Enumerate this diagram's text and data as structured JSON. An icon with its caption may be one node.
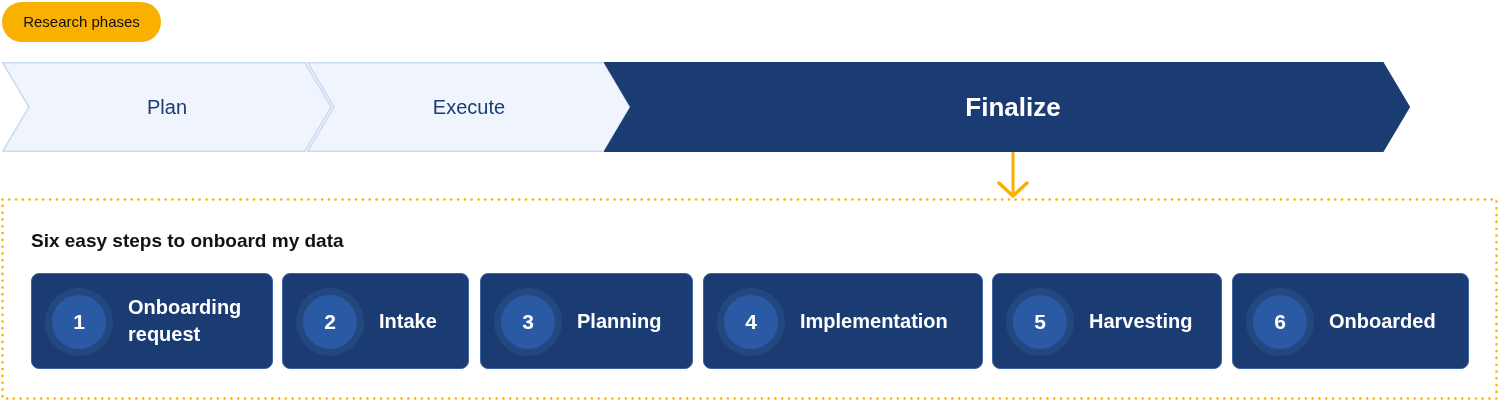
{
  "diagram": {
    "nodes": [
      {
        "text": [
          "Research phases"
        ]
      },
      {
        "text": [
          "Plan"
        ]
      },
      {
        "text": [
          "Execute"
        ]
      },
      {
        "text": [
          "Finalize"
        ]
      },
      {
        "text": [
          "Six easy steps to onboard my data"
        ]
      },
      {
        "text": [
          "Onboarding request"
        ],
        "in": 4
      },
      {
        "text": [
          "1"
        ],
        "in": 5
      },
      {
        "text": [
          "Intake"
        ],
        "in": 4
      },
      {
        "text": [
          "2"
        ],
        "in": 7
      },
      {
        "text": [
          "Planning"
        ],
        "in": 4
      },
      {
        "text": [
          "3"
        ],
        "in": 9
      },
      {
        "text": [
          "Implementation"
        ],
        "in": 4
      },
      {
        "text": [
          "4"
        ],
        "in": 11
      },
      {
        "text": [
          "Harvesting"
        ],
        "in": 4
      },
      {
        "text": [
          "5"
        ],
        "in": 13
      },
      {
        "text": [
          "Onboarded"
        ],
        "in": 4
      },
      {
        "text": [
          "6"
        ],
        "in": 15
      }
    ],
    "edges": [
      {
        "from": 3,
        "to": 4,
        "arrow": "to",
        "color": "#f9b000"
      }
    ]
  }
}
